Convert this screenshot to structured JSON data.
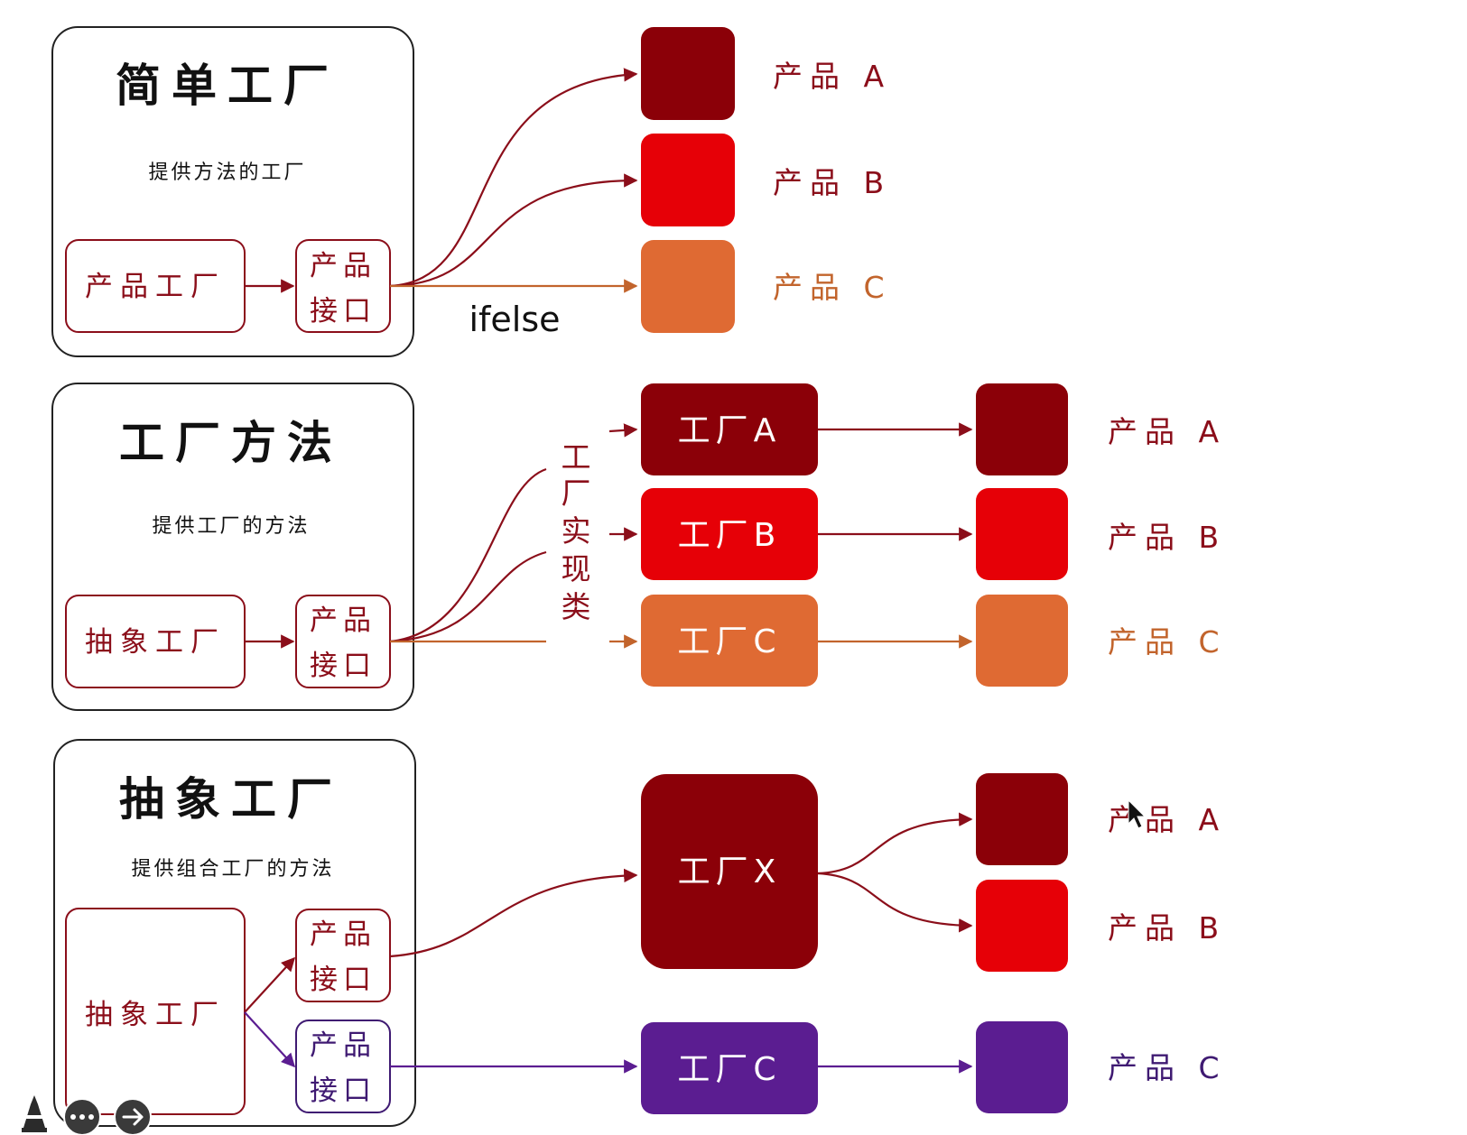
{
  "colors": {
    "dark_red": "#8b0008",
    "red": "#e60007",
    "orange": "#df6a33",
    "purple": "#5b1d91",
    "label_red": "#8b0e1a",
    "label_orange": "#c2642c",
    "label_purple": "#3f1a72"
  },
  "simple_factory": {
    "title": "简单工厂",
    "description": "提供方法的工厂",
    "factory_box": "产品工厂",
    "interface_line1": "产品",
    "interface_line2": "接口",
    "branch_label": "ifelse",
    "products": [
      "产品 A",
      "产品 B",
      "产品 C"
    ]
  },
  "factory_method": {
    "title": "工厂方法",
    "description": "提供工厂的方法",
    "factory_box": "抽象工厂",
    "interface_line1": "产品",
    "interface_line2": "接口",
    "impl_label": [
      "工",
      "厂",
      "实",
      "现",
      "类"
    ],
    "factories": [
      "工厂A",
      "工厂B",
      "工厂C"
    ],
    "products": [
      "产品 A",
      "产品 B",
      "产品 C"
    ]
  },
  "abstract_factory": {
    "title": "抽象工厂",
    "description": "提供组合工厂的方法",
    "factory_box": "抽象工厂",
    "interface1_line1": "产品",
    "interface1_line2": "接口",
    "interface2_line1": "产品",
    "interface2_line2": "接口",
    "factory_x": "工厂X",
    "factory_c": "工厂C",
    "products": [
      "产品 A",
      "产品 B",
      "产品 C"
    ]
  },
  "toolbar": {
    "icons": [
      "pen-icon",
      "more-icon",
      "next-icon"
    ]
  }
}
